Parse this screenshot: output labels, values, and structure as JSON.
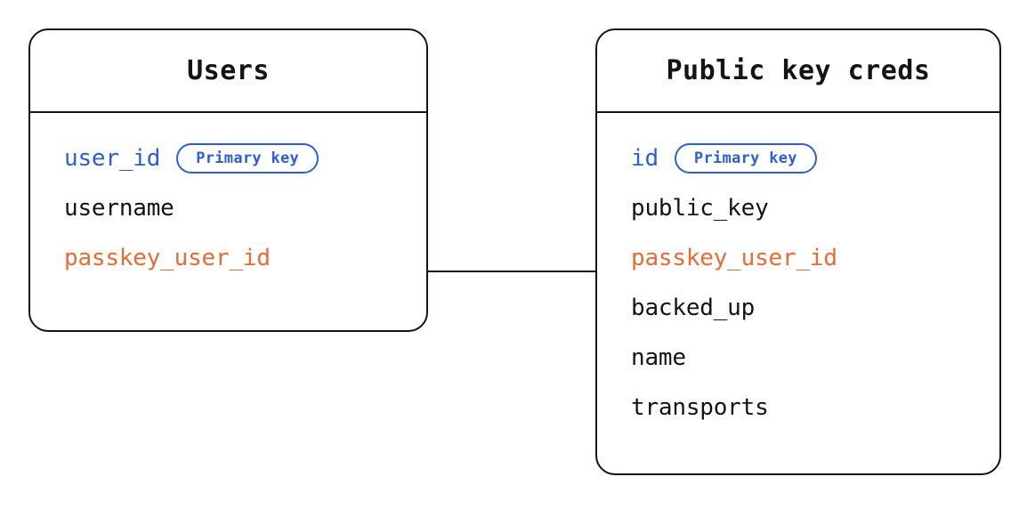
{
  "diagram": {
    "type": "entity-relationship-diagram",
    "background_color": "#ffffff",
    "stroke_color": "#141414",
    "accent_primary_key_color": "#2b5fd9",
    "accent_foreign_key_color": "#ea6a33",
    "entities": [
      {
        "id": "users",
        "title": "Users",
        "fields": [
          {
            "name": "user_id",
            "role": "pk",
            "badge": "Primary key"
          },
          {
            "name": "username",
            "role": "plain",
            "badge": null
          },
          {
            "name": "passkey_user_id",
            "role": "fk",
            "badge": null
          }
        ]
      },
      {
        "id": "public_key_creds",
        "title": "Public key creds",
        "fields": [
          {
            "name": "id",
            "role": "pk",
            "badge": "Primary key"
          },
          {
            "name": "public_key",
            "role": "plain",
            "badge": null
          },
          {
            "name": "passkey_user_id",
            "role": "fk",
            "badge": null
          },
          {
            "name": "backed_up",
            "role": "plain",
            "badge": null
          },
          {
            "name": "name",
            "role": "plain",
            "badge": null
          },
          {
            "name": "transports",
            "role": "plain",
            "badge": null
          }
        ]
      }
    ],
    "relationships": [
      {
        "id": "users-to-public-key-creds",
        "from_entity": "users",
        "from_field": "passkey_user_id",
        "to_entity": "public_key_creds",
        "to_field": "passkey_user_id",
        "style": "straight-line"
      }
    ]
  }
}
